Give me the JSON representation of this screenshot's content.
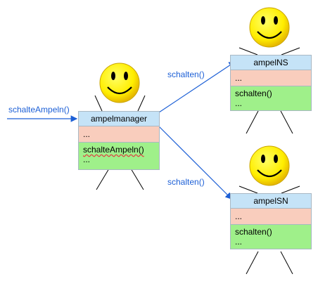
{
  "diagram": {
    "incoming_message": "schalteAmpeln()",
    "arrow_labels": {
      "to_ns": "schalten()",
      "to_sn": "schalten()"
    },
    "objects": {
      "manager": {
        "name": "ampelmanager",
        "attributes": "...",
        "operations": [
          "schalteAmpeln()",
          "..."
        ]
      },
      "ns": {
        "name": "ampelNS",
        "attributes": "...",
        "operations": [
          "schalten()",
          "..."
        ]
      },
      "sn": {
        "name": "ampelSN",
        "attributes": "...",
        "operations": [
          "schalten()",
          "..."
        ]
      }
    },
    "colors": {
      "arrow": "#1c5fd6",
      "name_header": "#c5e3f7",
      "attributes_compartment": "#f9cdbd",
      "operations_compartment": "#9ff08a",
      "smiley_face": "#ffee00"
    }
  }
}
